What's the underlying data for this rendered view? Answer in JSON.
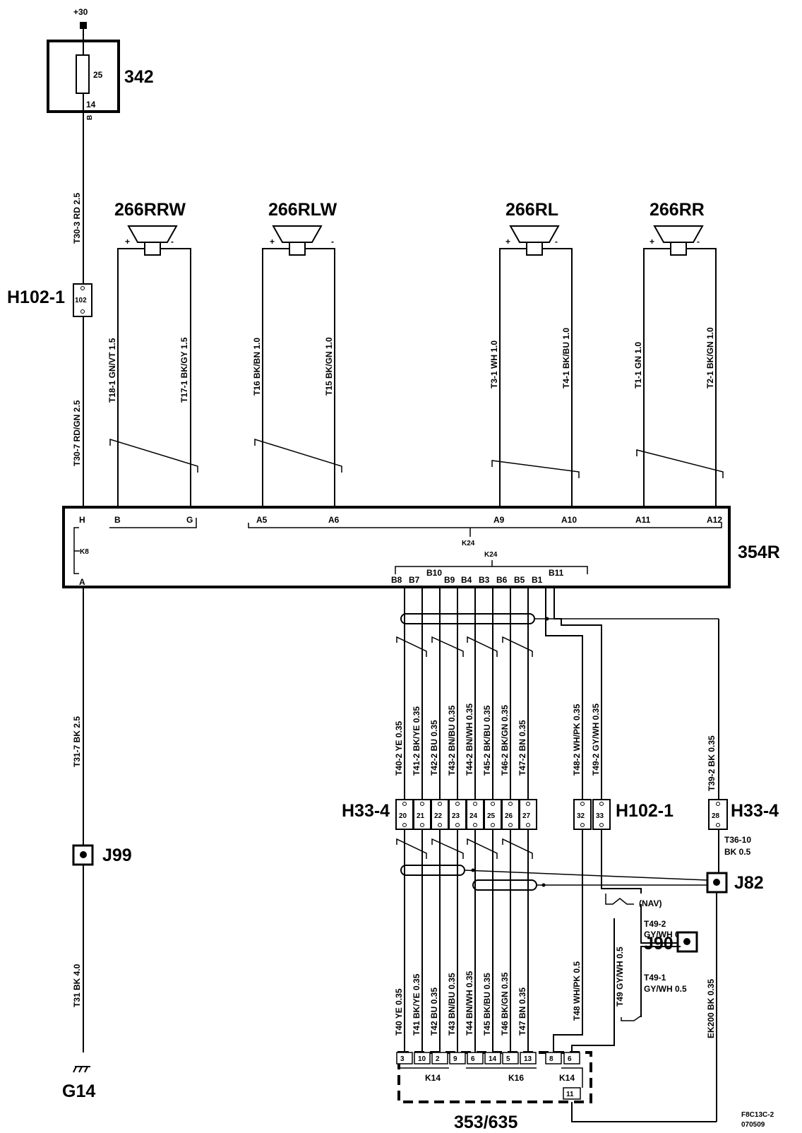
{
  "supply": {
    "label": "+30"
  },
  "fuse": {
    "ref": "342",
    "rating": "25",
    "pin_out": "14",
    "pin_letter": "B"
  },
  "connectors": {
    "h102_left": "H102-1",
    "h102_left_num": "102",
    "h33_left": "H33-4",
    "h102_right": "H102-1",
    "h33_right": "H33-4",
    "j99": "J99",
    "j82": "J82",
    "j90": "J90",
    "g14": "G14",
    "module": "354R",
    "radio": "353/635"
  },
  "left_wires": {
    "w_rd": "T30-3   RD 2.5",
    "w_rdgn": "T30-7   RD/GN  2.5",
    "w_bk_top": "T31-7   BK  2.5",
    "w_bk_bot": "T31   BK  4.0"
  },
  "speakers": [
    {
      "name": "266RRW",
      "plus": "+",
      "minus": "-",
      "w_pos": "T18-1  GN/VT 1.5",
      "w_neg": "T17-1  BK/GY  1.5",
      "pin_pos": "B",
      "pin_neg": "G"
    },
    {
      "name": "266RLW",
      "plus": "+",
      "minus": "-",
      "w_pos": "T16  BK/BN 1.0",
      "w_neg": "T15  BK/GN 1.0",
      "pin_pos": "A5",
      "pin_neg": "A6"
    },
    {
      "name": "266RL",
      "plus": "+",
      "minus": "-",
      "w_pos": "T3-1  WH 1.0",
      "w_neg": "T4-1  BK/BU 1.0",
      "pin_pos": "A9",
      "pin_neg": "A10"
    },
    {
      "name": "266RR",
      "plus": "+",
      "minus": "-",
      "w_pos": "T1-1  GN 1.0",
      "w_neg": "T2-1  BK/GN  1.0",
      "pin_pos": "A11",
      "pin_neg": "A12"
    }
  ],
  "module_pins": {
    "h": "H",
    "k8": "K8",
    "a": "A",
    "k24_a": "K24",
    "k24_b": "K24"
  },
  "bottom_pins": [
    "B8",
    "B7",
    "B10",
    "B9",
    "B4",
    "B3",
    "B6",
    "B5",
    "B1",
    "B11"
  ],
  "upper_wires": [
    "T40-2  YE 0.35",
    "T41-2  BK/YE  0.35",
    "T42-2  BU  0.35",
    "T43-2  BN/BU  0.35",
    "T44-2  BN/WH 0.35",
    "T45-2  BK/BU  0.35",
    "T46-2  BK/GN  0.35",
    "T47-2  BN  0.35",
    "T48-2  WH/PK  0.35",
    "T49-2  GY/WH  0.35",
    "T39-2   BK  0.35"
  ],
  "terminals_a": [
    "20",
    "21",
    "22",
    "23",
    "24",
    "25",
    "26",
    "27"
  ],
  "terminals_b": [
    "32",
    "33"
  ],
  "terminal_c": "28",
  "lower_wires": [
    "T40  YE 0.35",
    "T41  BK/YE  0.35",
    "T42  BU  0.35",
    "T43  BN/BU  0.35",
    "T44  BN/WH  0.35",
    "T45  BK/BU  0.35",
    "T46  BK/GN  0.35",
    "T47  BN  0.35",
    "T48  WH/PK 0.5",
    "T49  GY/WH  0.5"
  ],
  "ek200": "EK200   BK  0.35",
  "t36": {
    "line1": "T36-10",
    "line2": "BK 0.5"
  },
  "nav": "(NAV)",
  "t49_2": {
    "line1": "T49-2",
    "line2": "GY/WH 0.5"
  },
  "t49_1": {
    "line1": "T49-1",
    "line2": "GY/WH 0.5"
  },
  "radio_pins": [
    "3",
    "10",
    "2",
    "9",
    "6",
    "14",
    "5",
    "13",
    "8",
    "6"
  ],
  "radio_pin_11": "11",
  "radio_groups": {
    "k14_a": "K14",
    "k16": "K16",
    "k14_b": "K14"
  },
  "footer": {
    "code": "F8C13C-2",
    "date": "070509"
  }
}
